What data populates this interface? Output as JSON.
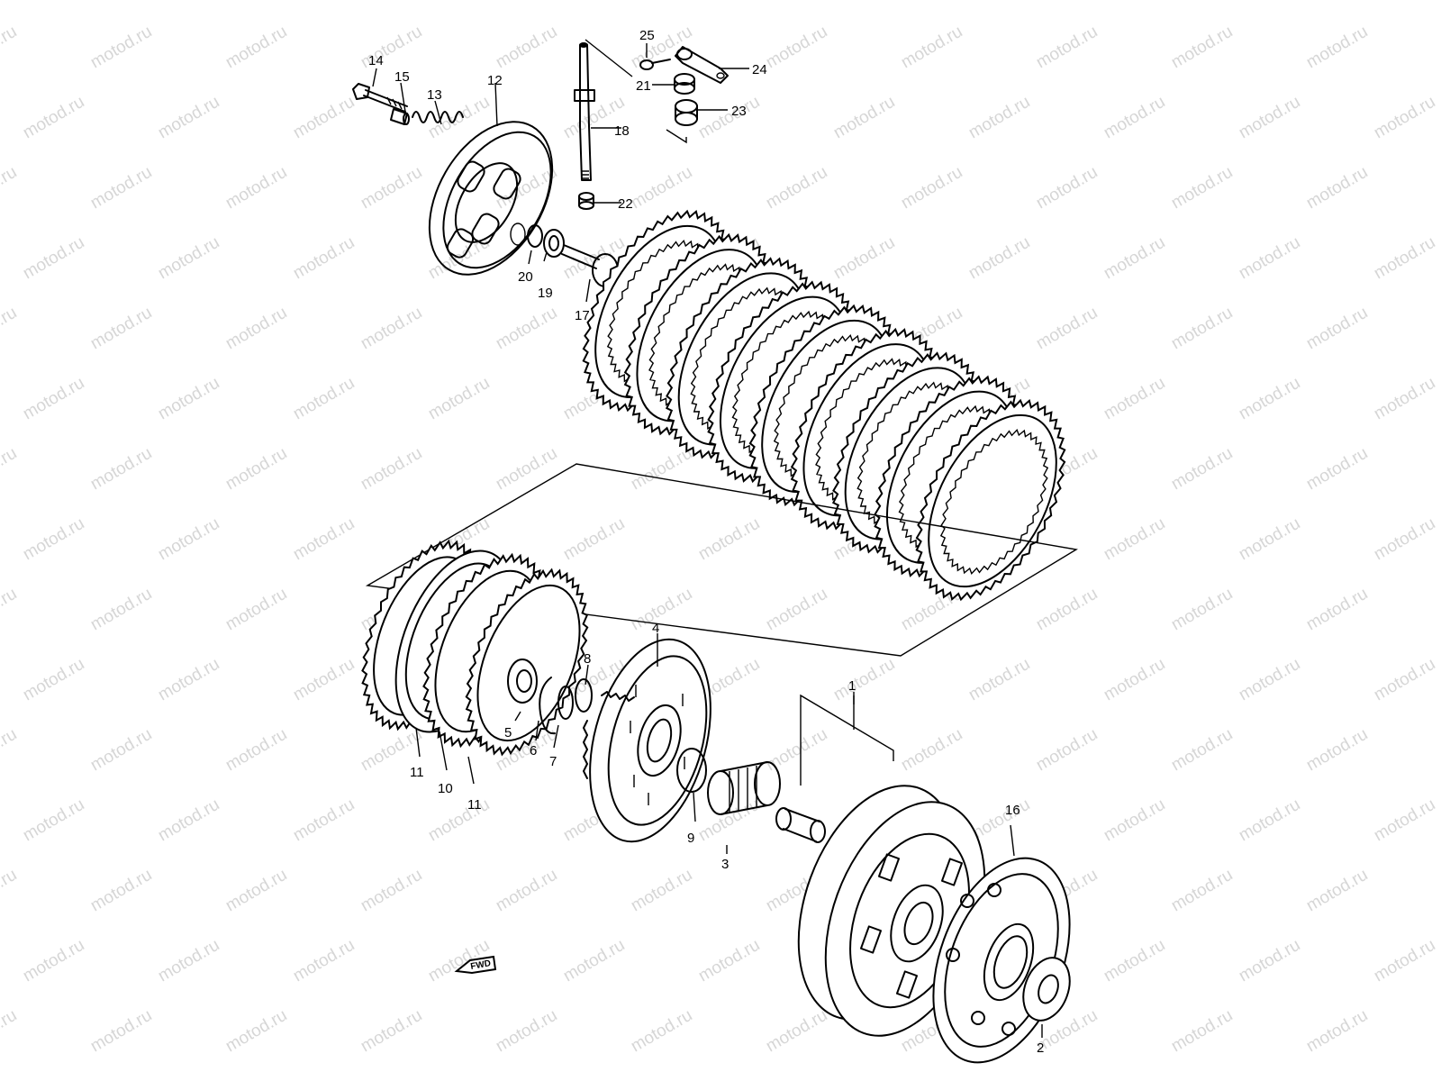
{
  "watermark": "motod.ru",
  "fwd_label": "FWD",
  "callouts": [
    {
      "id": "1",
      "label": "1"
    },
    {
      "id": "2",
      "label": "2"
    },
    {
      "id": "3",
      "label": "3"
    },
    {
      "id": "4",
      "label": "4"
    },
    {
      "id": "5",
      "label": "5"
    },
    {
      "id": "6",
      "label": "6"
    },
    {
      "id": "7",
      "label": "7"
    },
    {
      "id": "8",
      "label": "8"
    },
    {
      "id": "9",
      "label": "9"
    },
    {
      "id": "10",
      "label": "10"
    },
    {
      "id": "11a",
      "label": "11"
    },
    {
      "id": "11b",
      "label": "11"
    },
    {
      "id": "12",
      "label": "12"
    },
    {
      "id": "13",
      "label": "13"
    },
    {
      "id": "14",
      "label": "14"
    },
    {
      "id": "15",
      "label": "15"
    },
    {
      "id": "16",
      "label": "16"
    },
    {
      "id": "17",
      "label": "17"
    },
    {
      "id": "18",
      "label": "18"
    },
    {
      "id": "19",
      "label": "19"
    },
    {
      "id": "20",
      "label": "20"
    },
    {
      "id": "21",
      "label": "21"
    },
    {
      "id": "22",
      "label": "22"
    },
    {
      "id": "23",
      "label": "23"
    },
    {
      "id": "24",
      "label": "24"
    },
    {
      "id": "25",
      "label": "25"
    }
  ]
}
